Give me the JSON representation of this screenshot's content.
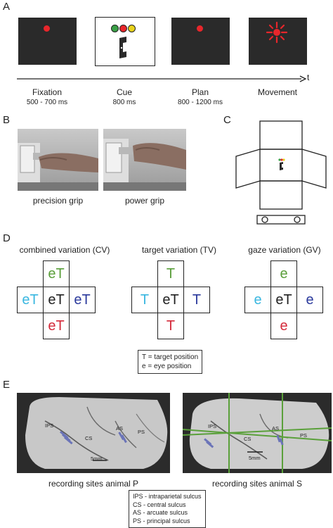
{
  "panels": {
    "a": "A",
    "b": "B",
    "c": "C",
    "d": "D",
    "e": "E"
  },
  "timeline": {
    "axis_label": "t",
    "phases": [
      {
        "name": "Fixation",
        "duration": "500 - 700 ms"
      },
      {
        "name": "Cue",
        "duration": "800 ms"
      },
      {
        "name": "Plan",
        "duration": "800 - 1200 ms"
      },
      {
        "name": "Movement",
        "duration": ""
      }
    ]
  },
  "grips": {
    "precision": "precision grip",
    "power": "power grip"
  },
  "variations": [
    {
      "title": "combined variation (CV)",
      "top": "eT",
      "left": "eT",
      "center": "eT",
      "right": "eT",
      "bottom": "eT",
      "colors": {
        "top": "#5a9e3a",
        "left": "#3ab7e0",
        "center": "#222222",
        "right": "#2b3a9c",
        "bottom": "#d42a3a"
      }
    },
    {
      "title": "target variation (TV)",
      "top": "T",
      "left": "T",
      "center": "eT",
      "right": "T",
      "bottom": "T",
      "colors": {
        "top": "#5a9e3a",
        "left": "#3ab7e0",
        "center": "#222222",
        "right": "#2b3a9c",
        "bottom": "#d42a3a"
      }
    },
    {
      "title": "gaze variation (GV)",
      "top": "e",
      "left": "e",
      "center": "eT",
      "right": "e",
      "bottom": "e",
      "colors": {
        "top": "#5a9e3a",
        "left": "#3ab7e0",
        "center": "#222222",
        "right": "#2b3a9c",
        "bottom": "#d42a3a"
      }
    }
  ],
  "variation_legend": {
    "line1": "T = target position",
    "line2": "e = eye position"
  },
  "mri": {
    "animal_p": {
      "caption": "recording sites animal P",
      "labels": {
        "ips": "IPS",
        "cs": "CS",
        "as": "AS",
        "ps": "PS",
        "scale": "5mm"
      }
    },
    "animal_s": {
      "caption": "recording sites animal S",
      "labels": {
        "ips": "IPS",
        "cs": "CS",
        "as": "AS",
        "ps": "PS",
        "scale": "5mm"
      }
    }
  },
  "sulcus_legend": [
    "IPS -  intraparietal sulcus",
    "CS -  central sulcus",
    "AS -  arcuate sulcus",
    "PS -  principal sulcus"
  ],
  "colors": {
    "red": "#e8262b",
    "green": "#5a9e3a",
    "yellow": "#e8d21b"
  }
}
